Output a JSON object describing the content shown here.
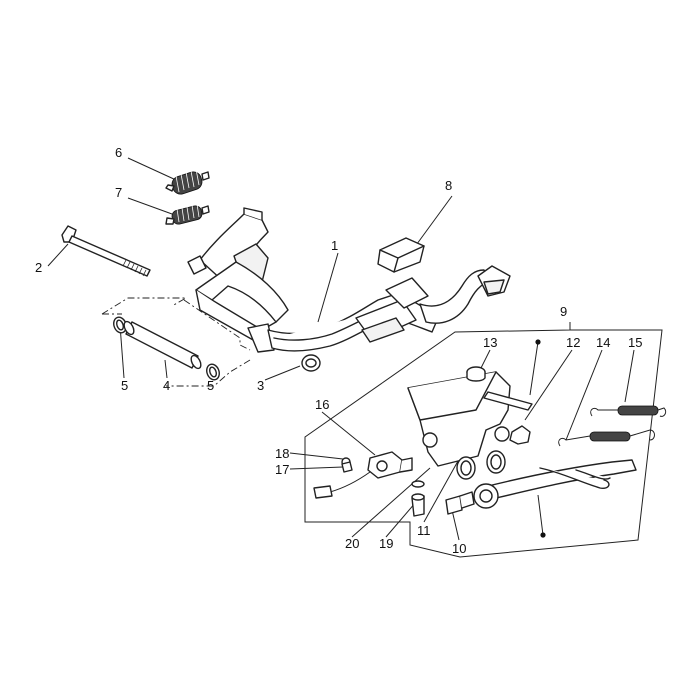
{
  "diagram": {
    "callouts": [
      {
        "id": "c1",
        "label": "1"
      },
      {
        "id": "c2",
        "label": "2"
      },
      {
        "id": "c3",
        "label": "3"
      },
      {
        "id": "c4",
        "label": "4"
      },
      {
        "id": "c5a",
        "label": "5"
      },
      {
        "id": "c5b",
        "label": "5"
      },
      {
        "id": "c6",
        "label": "6"
      },
      {
        "id": "c7",
        "label": "7"
      },
      {
        "id": "c8",
        "label": "8"
      },
      {
        "id": "c9",
        "label": "9"
      },
      {
        "id": "c10",
        "label": "10"
      },
      {
        "id": "c11",
        "label": "11"
      },
      {
        "id": "c12",
        "label": "12"
      },
      {
        "id": "c13",
        "label": "13"
      },
      {
        "id": "c14",
        "label": "14"
      },
      {
        "id": "c15",
        "label": "15"
      },
      {
        "id": "c16",
        "label": "16"
      },
      {
        "id": "c17",
        "label": "17"
      },
      {
        "id": "c18",
        "label": "18"
      },
      {
        "id": "c19",
        "label": "19"
      },
      {
        "id": "c20",
        "label": "20"
      }
    ]
  }
}
